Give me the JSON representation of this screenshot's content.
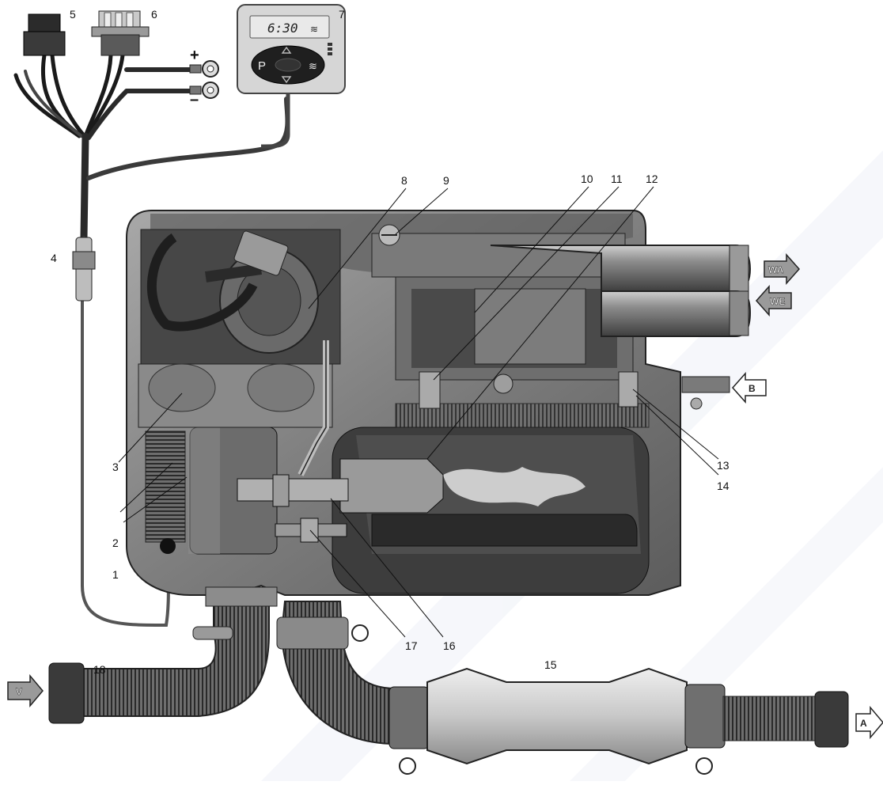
{
  "callouts": [
    {
      "id": "1",
      "text": "1"
    },
    {
      "id": "2",
      "text": "2"
    },
    {
      "id": "3",
      "text": "3"
    },
    {
      "id": "4",
      "text": "4"
    },
    {
      "id": "5",
      "text": "5"
    },
    {
      "id": "6",
      "text": "6"
    },
    {
      "id": "7",
      "text": "7"
    },
    {
      "id": "8",
      "text": "8"
    },
    {
      "id": "9",
      "text": "9"
    },
    {
      "id": "10",
      "text": "10"
    },
    {
      "id": "11",
      "text": "11"
    },
    {
      "id": "12",
      "text": "12"
    },
    {
      "id": "13",
      "text": "13"
    },
    {
      "id": "14",
      "text": "14"
    },
    {
      "id": "15",
      "text": "15"
    },
    {
      "id": "16",
      "text": "16"
    },
    {
      "id": "17",
      "text": "17"
    },
    {
      "id": "18",
      "text": "18"
    }
  ],
  "flow_arrows": {
    "wa": "WA",
    "we": "WE",
    "b": "B",
    "v": "V",
    "a": "A"
  },
  "battery": {
    "plus": "+",
    "minus": "–"
  },
  "controller": {
    "display_time": "6:30",
    "p_button": "P"
  },
  "colors": {
    "housing": "#8a8a8a",
    "housing_dark": "#3c3c3c",
    "pipe": "#5a5a5a",
    "arrow_fill": "#9a9a9a",
    "watermark": "#eef1f7"
  }
}
